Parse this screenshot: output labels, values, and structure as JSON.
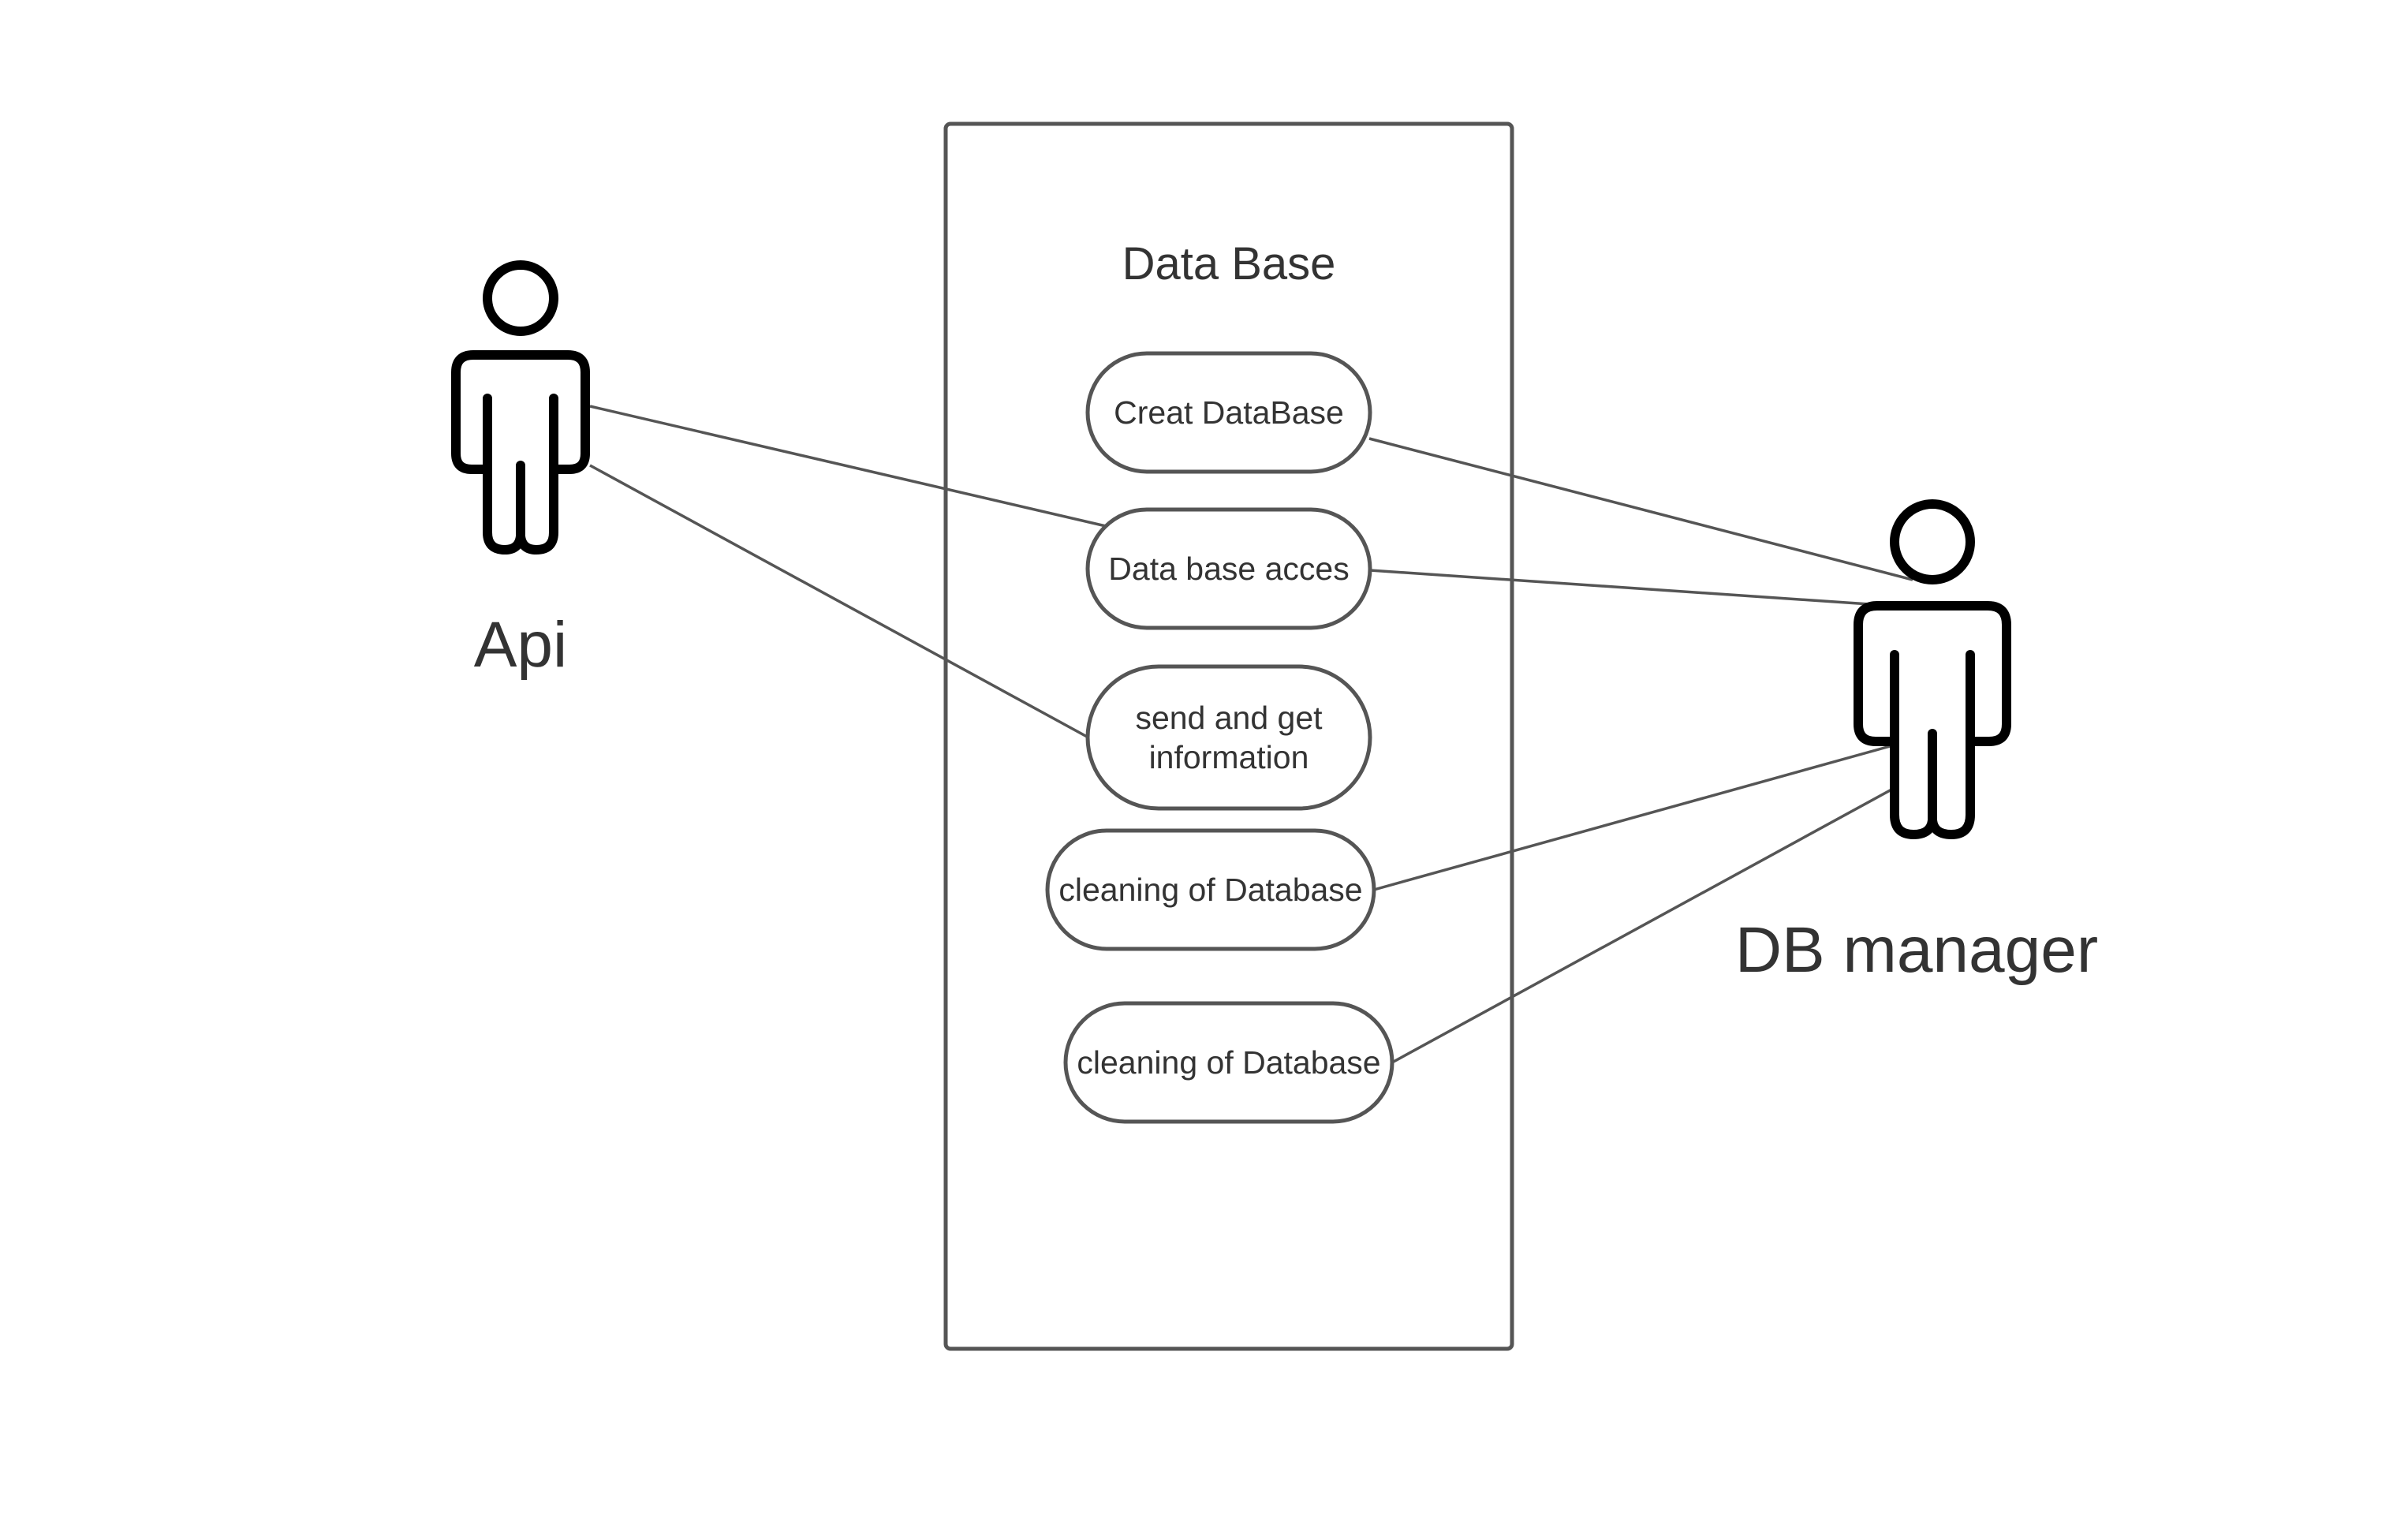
{
  "system": {
    "title": "Data Base"
  },
  "actors": [
    {
      "id": "api",
      "label": "Api"
    },
    {
      "id": "db-manager",
      "label": "DB manager"
    }
  ],
  "use_cases": [
    {
      "id": "creat-database",
      "lines": [
        "Creat DataBase"
      ]
    },
    {
      "id": "data-base-acces",
      "lines": [
        "Data base acces"
      ]
    },
    {
      "id": "send-and-get-information",
      "lines": [
        "send and get",
        "information"
      ]
    },
    {
      "id": "cleaning-of-database-1",
      "lines": [
        "cleaning of Database"
      ]
    },
    {
      "id": "cleaning-of-database-2",
      "lines": [
        "cleaning of Database"
      ]
    }
  ],
  "associations": [
    {
      "actor": "api",
      "use_case": "data-base-acces"
    },
    {
      "actor": "api",
      "use_case": "send-and-get-information"
    },
    {
      "actor": "db-manager",
      "use_case": "creat-database"
    },
    {
      "actor": "db-manager",
      "use_case": "data-base-acces"
    },
    {
      "actor": "db-manager",
      "use_case": "cleaning-of-database-1"
    },
    {
      "actor": "db-manager",
      "use_case": "cleaning-of-database-2"
    }
  ]
}
